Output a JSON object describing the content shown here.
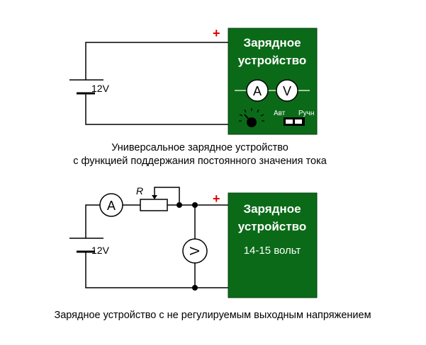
{
  "colors": {
    "charger_fill": "#0b6a18",
    "plus_sign": "#e00000",
    "wire": "#000000"
  },
  "top_circuit": {
    "charger_line1": "Зарядное",
    "charger_line2": "устройство",
    "ammeter_letter": "A",
    "voltmeter_letter": "V",
    "mode_auto": "Авт",
    "mode_manual": "Ручн",
    "battery_voltage": "12V",
    "plus_sign": "+",
    "caption_line1": "Универсальное зарядное устройство",
    "caption_line2": "с функцией поддержания постоянного значения тока",
    "icons": [
      "ammeter-icon",
      "voltmeter-icon",
      "knob-icon",
      "mode-switch-icon"
    ]
  },
  "bottom_circuit": {
    "charger_line1": "Зарядное",
    "charger_line2": "устройство",
    "output_voltage": "14-15 вольт",
    "ammeter_letter": "A",
    "voltmeter_letter": "V",
    "resistor_label": "R",
    "battery_voltage": "12V",
    "plus_sign": "+",
    "caption": "Зарядное устройство с не регулируемым выходным напряжением",
    "icons": [
      "ammeter-icon",
      "rheostat-icon",
      "voltmeter-icon",
      "battery-icon"
    ]
  }
}
